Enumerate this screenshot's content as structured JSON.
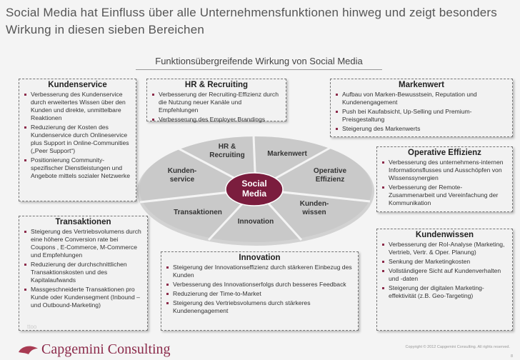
{
  "title": "Social Media hat Einfluss über alle Unternehmensfunktionen hinweg und zeigt besonders Wirkung in diesen sieben Bereichen",
  "subtitle": "Funktionsübergreifende Wirkung von Social Media",
  "diagram": {
    "center": [
      "Social",
      "Media"
    ],
    "segments": [
      {
        "lines": [
          "HR &",
          "Recruiting"
        ]
      },
      {
        "lines": [
          "Markenwert"
        ]
      },
      {
        "lines": [
          "Operative",
          "Effizienz"
        ]
      },
      {
        "lines": [
          "Kunden-",
          "wissen"
        ]
      },
      {
        "lines": [
          "Innovation"
        ]
      },
      {
        "lines": [
          "Transaktionen"
        ]
      },
      {
        "lines": [
          "Kunden-",
          "service"
        ]
      }
    ],
    "colors": {
      "center": "#7b1d3e",
      "segment": "#c9c9c9",
      "accent": "#8b2a4a"
    }
  },
  "boxes": {
    "kundenservice": {
      "title": "Kundenservice",
      "items": [
        "Verbesserung des Kundenservice durch erweitertes Wissen über den Kunden und direkte, unmittelbare Reaktionen",
        "Reduzierung der Kosten des Kundenservice durch Onlineservice plus Support in Online-Communities („Peer Support“)",
        "Positionierung Community-spezifischer Dienstleistungen und Angebote mittels sozialer Netzwerke"
      ]
    },
    "hr": {
      "title": "HR & Recruiting",
      "items": [
        "Verbesserung der Recruiting-Effizienz durch die Nutzung neuer Kanäle und Empfehlungen",
        "Verbesserung des Employer Brandings"
      ]
    },
    "markenwert": {
      "title": "Markenwert",
      "items": [
        "Aufbau von Marken-Bewusstsein, Reputation und Kundenengagement",
        "Push bei Kaufabsicht, Up-Selling und Premium-Preisgestaltung",
        "Steigerung des Markenwerts"
      ]
    },
    "operative": {
      "title": "Operative Effizienz",
      "items": [
        "Verbesserung des unternehmens-internen Informationsflusses und Ausschöpfen von Wissenssynergien",
        "Verbesserung der Remote-Zusammenarbeit und Vereinfachung der Kommunikation"
      ]
    },
    "transaktionen": {
      "title": "Transaktionen",
      "items": [
        "Steigerung des Vertriebsvolumens durch eine höhere Conversion rate bei Coupons , E-Commerce, M-Commerce und Empfehlungen",
        "Reduzierung der durchschnittlichen Transaktionskosten und des Kapitalaufwands",
        "Massgeschneiderte Transaktionen pro Kunde oder Kundensegment (Inbound – und Outbound-Marketing)"
      ]
    },
    "innovation": {
      "title": "Innovation",
      "items": [
        "Steigerung der Innovationseffizienz durch stärkeren Einbezug des Kunden",
        "Verbesserung des Innovationserfolgs durch besseres Feedback",
        "Reduzierung der Time-to-Market",
        "Steigerung des Vertriebsvolumens durch stärkeres Kundenengagement"
      ]
    },
    "kundenwissen": {
      "title": "Kundenwissen",
      "items": [
        "Verbesserung der RoI-Analyse (Marketing, Vertrieb, Vertr. & Oper. Planung)",
        "Senkung der Marketingkosten",
        "Vollständigere Sicht auf Kundenverhalten und -daten",
        "Steigerung der digitalen Marketing-effektivität (z.B. Geo-Targeting)"
      ]
    }
  },
  "footer": {
    "logo": "Capgemini Consulting",
    "copyright": "Copyright © 2012 Capgemini Consulting. All rights reserved.",
    "page": "8",
    "watermark": "ttoo"
  }
}
